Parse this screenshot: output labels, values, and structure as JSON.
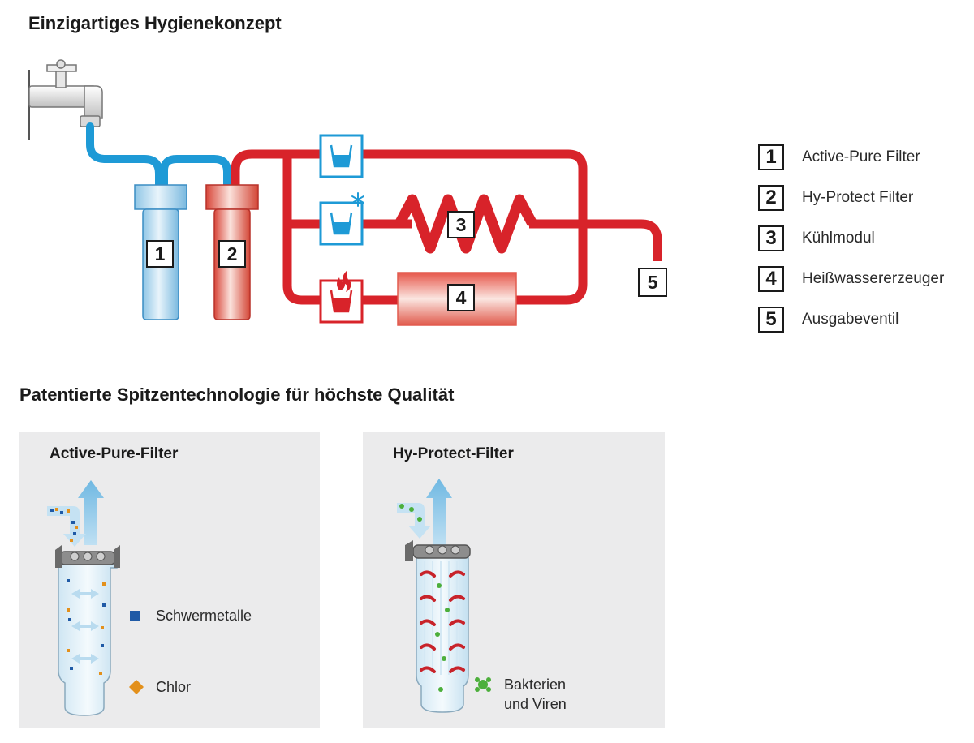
{
  "header": {
    "title": "Einzigartiges Hygienekonzept",
    "subtitle": "Patentierte Spitzentechnologie für höchste Qualität"
  },
  "diagram": {
    "labels": [
      "1",
      "2",
      "3",
      "4",
      "5"
    ],
    "colors": {
      "cold_pipe": "#1e9ad6",
      "hot_pipe": "#d8232a",
      "label_border": "#1a1a1a"
    }
  },
  "legend": {
    "items": [
      {
        "num": "1",
        "label": "Active-Pure Filter"
      },
      {
        "num": "2",
        "label": "Hy-Protect Filter"
      },
      {
        "num": "3",
        "label": "Kühlmodul"
      },
      {
        "num": "4",
        "label": "Heißwassererzeuger"
      },
      {
        "num": "5",
        "label": "Ausgabeventil"
      }
    ]
  },
  "panels": {
    "active_pure": {
      "title": "Active-Pure-Filter",
      "key1": "Schwermetalle",
      "key2": "Chlor"
    },
    "hy_protect": {
      "title": "Hy-Protect-Filter",
      "key1_line1": "Bakterien",
      "key1_line2": "und Viren"
    }
  }
}
